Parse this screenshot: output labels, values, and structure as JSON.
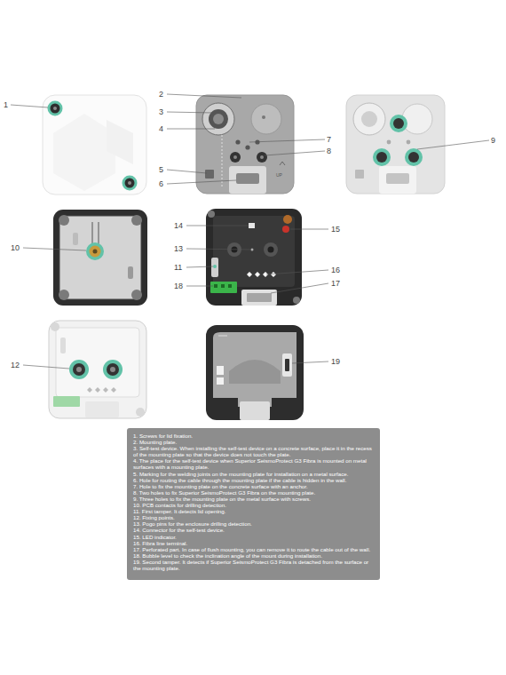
{
  "diagram": {
    "nodes": [
      {
        "text": [
          "1. Screws for lid fixation.",
          "2. Mounting plate.",
          "3. Self-test device. When installing the self-test device on a concrete surface, place it in the recess of the mounting plate so that the device does not touch the plate.",
          "4. The place for the self-test device when Superior SeismoProtect G3 Fibra is mounted on metal surfaces with a mounting plate.",
          "5. Marking for the welding joints on the mounting plate for installation on a metal surface.",
          "6. Hole for routing the cable through the mounting plate if the cable is hidden in the wall.",
          "7. Hole to fix the mounting plate on the concrete surface with an anchor.",
          "8. Two holes to fix Superior SeismoProtect G3 Fibra on the mounting plate.",
          "9. Three holes to fix the mounting plate on the metal surface with screws.",
          "10. PCB contacts for drilling detection.",
          "11. First tamper. It detects lid opening.",
          "12. Fixing points.",
          "13. Pogo pins for the enclosure drilling detection.",
          "14. Connector for the self-test device.",
          "15. LED indicator.",
          "16. Fibra line terminal.",
          "17. Perforated part. In case of flush mounting, you can remove it to route the cable out of the wall.",
          "18. Bubble level to check the inclination angle of the mount during installation.",
          "19. Second tamper. It detects if Superior SeismoProtect G3 Fibra is detached from the surface or the mounting plate."
        ]
      }
    ],
    "labels": [
      "1",
      "2",
      "3",
      "4",
      "5",
      "6",
      "7",
      "8",
      "9",
      "10",
      "11",
      "12",
      "13",
      "14",
      "15",
      "16",
      "17",
      "18",
      "19",
      "UP"
    ]
  }
}
